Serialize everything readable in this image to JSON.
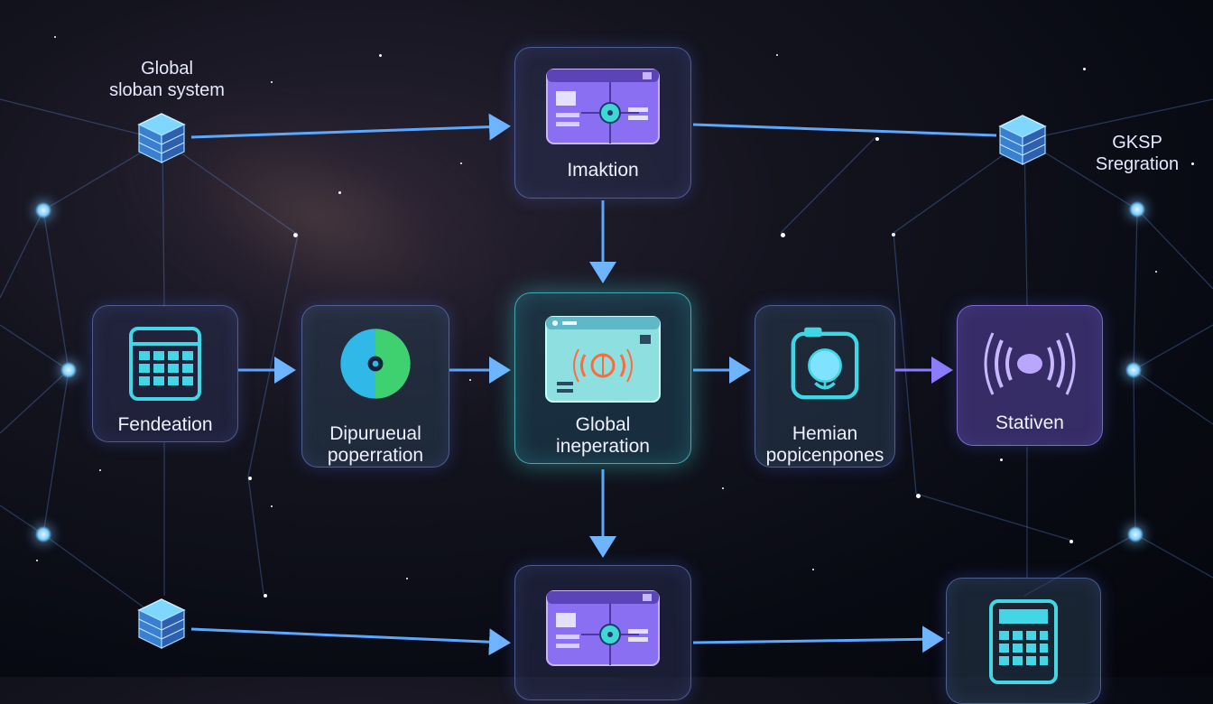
{
  "title": "",
  "nodes": {
    "top": {
      "label": "Imaktion"
    },
    "left": {
      "label": "Fendeation"
    },
    "left_mid": {
      "label_line1": "Dipurueual",
      "label_line2": "poperration"
    },
    "center": {
      "label_line1": "Global",
      "label_line2": "ineperation"
    },
    "right_mid": {
      "label_line1": "Hemian",
      "label_line2": "popicenpones"
    },
    "right": {
      "label": "Stativen"
    },
    "bottom": {
      "label": ""
    },
    "bottom_right": {
      "label": ""
    }
  },
  "external_labels": {
    "top_left_line1": "Global",
    "top_left_line2": "sloban system",
    "top_right_line1": "GKSP",
    "top_right_line2": "Sregration"
  },
  "colors": {
    "accent_blue": "#5aa8ff",
    "accent_teal": "#3fd6d6",
    "accent_violet": "#8d72f0",
    "background": "#090b14"
  }
}
